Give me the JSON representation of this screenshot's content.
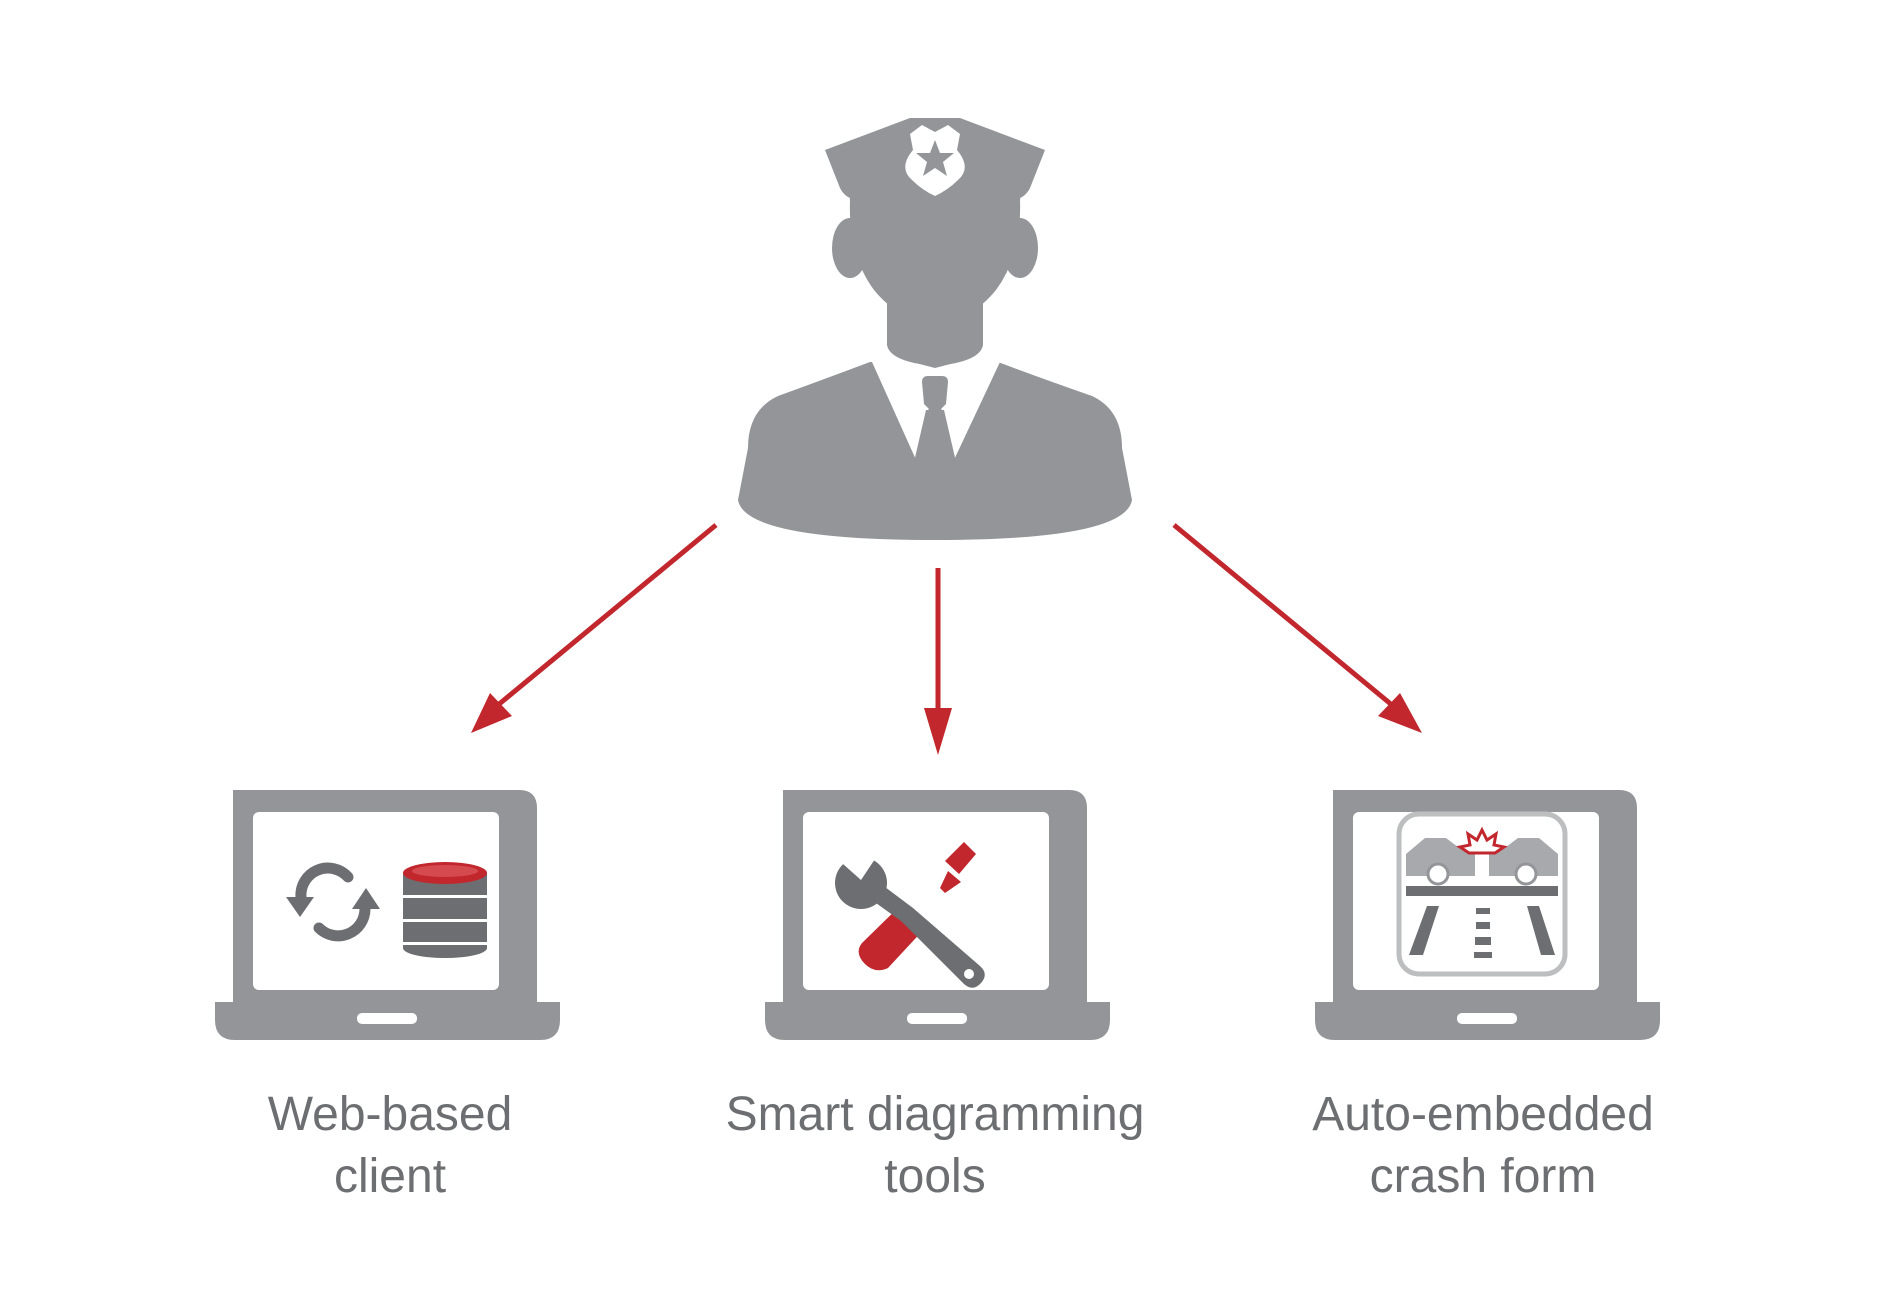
{
  "colors": {
    "icon_gray": "#939598",
    "dark_gray": "#6d6e71",
    "accent_red": "#c1272d",
    "text_gray": "#6d6e71",
    "background": "#ffffff"
  },
  "officer": {
    "icon": "police-officer-icon",
    "badge_icon": "star-badge-icon"
  },
  "nodes": [
    {
      "icon": "laptop-icon",
      "screen_icons": [
        "sync-icon",
        "database-icon"
      ],
      "label_lines": [
        "Web-based",
        "client"
      ]
    },
    {
      "icon": "laptop-icon",
      "screen_icons": [
        "wrench-screwdriver-icon"
      ],
      "label_lines": [
        "Smart diagramming",
        "tools"
      ]
    },
    {
      "icon": "laptop-icon",
      "screen_icons": [
        "car-crash-icon"
      ],
      "label_lines": [
        "Auto-embedded",
        "crash form"
      ]
    }
  ]
}
